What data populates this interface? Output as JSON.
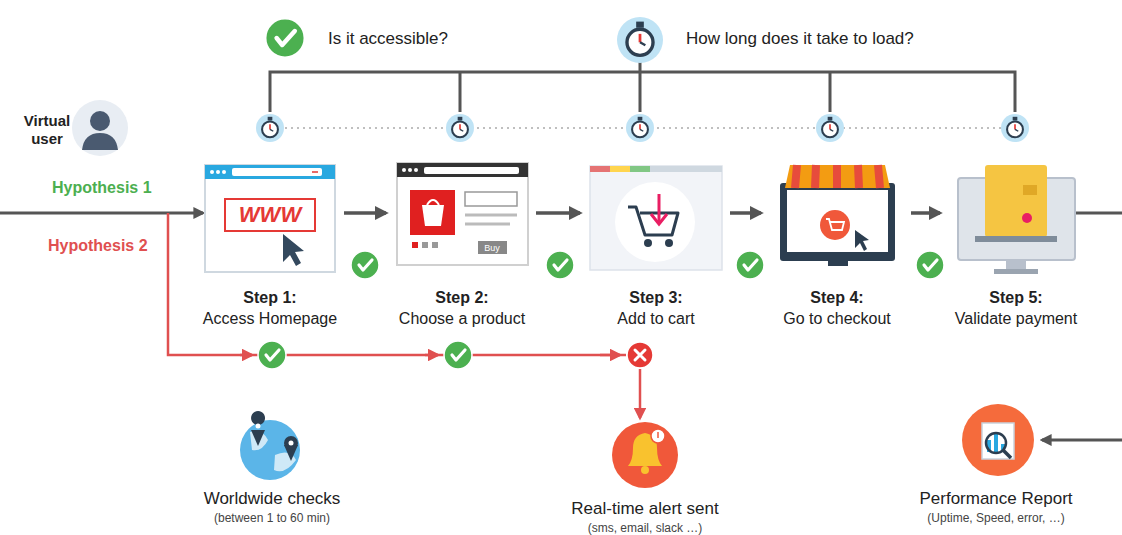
{
  "diagram": {
    "nodes": [
      {
        "text": [
          "Step 1:",
          "Access Homepage"
        ]
      },
      {
        "text": [
          "Step 2:",
          "Choose a product"
        ]
      },
      {
        "text": [
          "Step 3:",
          "Add to cart"
        ]
      },
      {
        "text": [
          "Step 4:",
          "Go to checkout"
        ]
      },
      {
        "text": [
          "Step 5:",
          "Validate payment"
        ]
      },
      {
        "text": [
          "Worldwide checks",
          "(between 1 to 60 min)"
        ]
      },
      {
        "text": [
          "Real-time alert sent",
          "(sms, email, slack …)"
        ]
      },
      {
        "text": [
          "Performance Report",
          "(Uptime, Speed, error, …)"
        ]
      }
    ],
    "edges": [
      {
        "from": 0,
        "to": 1,
        "arrow": "to"
      },
      {
        "from": 1,
        "to": 2,
        "arrow": "to"
      },
      {
        "from": 2,
        "to": 3,
        "arrow": "to"
      },
      {
        "from": 3,
        "to": 4,
        "arrow": "to"
      }
    ],
    "labels": [
      "Virtual user",
      "Hypothesis 1",
      "Hypothesis 2",
      "Is it accessible?",
      "How long does it take to load?",
      "WWW",
      "Buy"
    ]
  }
}
